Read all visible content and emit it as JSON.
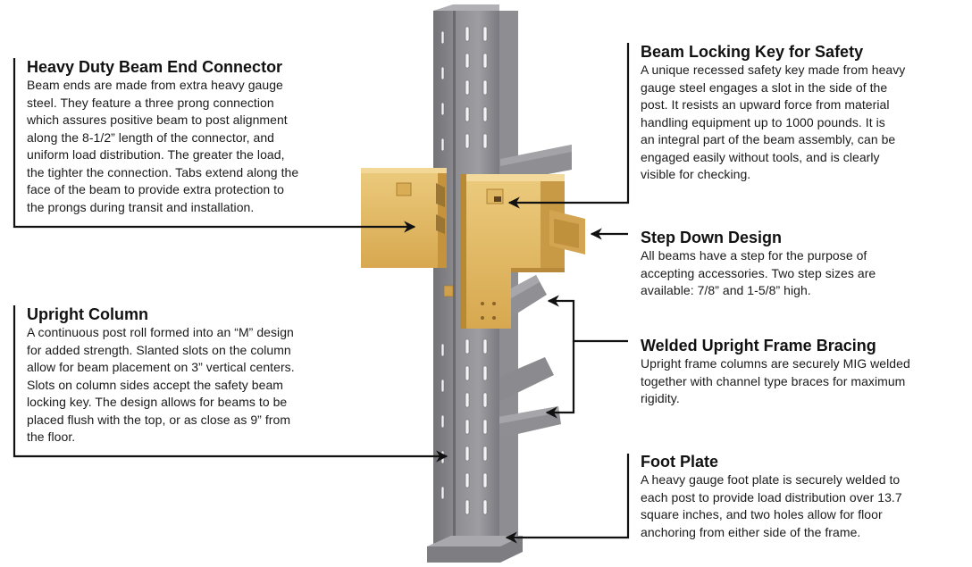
{
  "callouts": {
    "beam_end_connector": {
      "title": "Heavy Duty Beam End Connector",
      "lines": [
        "Beam ends are made from extra heavy gauge",
        "steel. They feature a three prong connection",
        "which assures positive beam to post alignment",
        "along the 8-1/2” length of the connector, and",
        "uniform load distribution. The greater the load,",
        "the tighter the connection. Tabs extend along the",
        "face of the beam  to provide extra protection to",
        "the prongs during transit and installation."
      ]
    },
    "beam_locking_key": {
      "title": "Beam Locking Key for Safety",
      "lines": [
        "A unique recessed safety key made from heavy",
        "gauge steel engages a slot in the side of the",
        "post. It resists an upward force from material",
        "handling equipment up to 1000 pounds. It is",
        "an integral part of the beam assembly, can be",
        "engaged easily without tools, and is clearly",
        "visible for checking."
      ]
    },
    "step_down_design": {
      "title": "Step Down Design",
      "lines": [
        "All beams have a step for the purpose of",
        "accepting accessories. Two step sizes are",
        "available: 7/8” and 1-5/8” high."
      ]
    },
    "upright_column": {
      "title": "Upright Column",
      "lines": [
        "A continuous post roll formed into an “M” design",
        "for added strength. Slanted slots on the column",
        "allow for beam placement on 3” vertical centers.",
        "Slots on column sides accept the safety beam",
        "locking key. The design allows for beams to be",
        "placed flush with the top, or as close as 9” from",
        "the floor."
      ]
    },
    "welded_bracing": {
      "title": "Welded Upright Frame Bracing",
      "lines": [
        "Upright frame columns are securely MIG welded",
        "together with channel type braces for maximum",
        "rigidity."
      ]
    },
    "foot_plate": {
      "title": "Foot Plate",
      "lines": [
        "A heavy gauge foot plate is securely welded to",
        "each post to provide load distribution over 13.7",
        "square inches, and two holes allow for floor",
        "anchoring from either side of the frame."
      ]
    }
  },
  "colors": {
    "post_light": "#9a9a9e",
    "post_mid": "#85858a",
    "post_dark": "#6c6c71",
    "slot": "#f4f4f4",
    "beam_light": "#e8c16d",
    "beam_mid": "#d9ad55",
    "beam_dark": "#b98a34",
    "leader": "#111111"
  },
  "icons": [
    "arrow-head-icon"
  ]
}
